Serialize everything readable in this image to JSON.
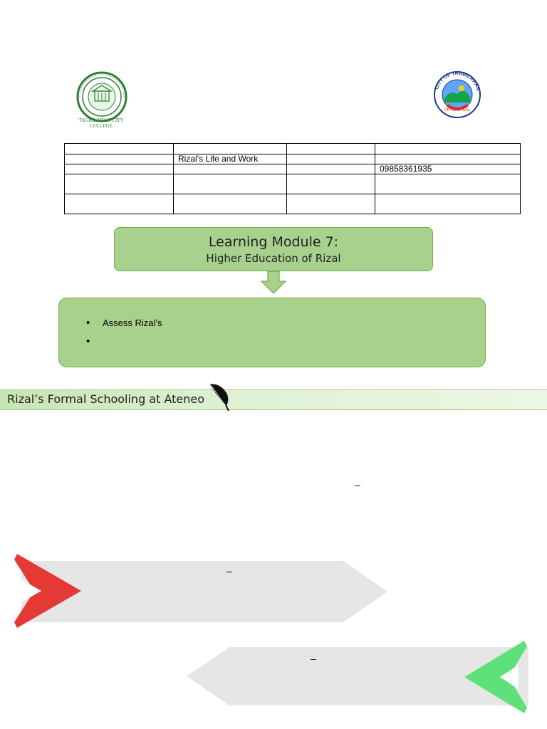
{
  "header": {
    "left_logo": {
      "name": "tagbilaran-city-college-seal",
      "caption_line1": "TAGBILARAN CITY",
      "caption_line2": "COLLEGE"
    },
    "right_logo": {
      "name": "city-of-tagbilaran-official-seal",
      "arc_text": "CITY OF TAGBILARAN",
      "banner_text": "OFFICIAL SEAL"
    }
  },
  "info_table": {
    "rows": [
      [
        "",
        "",
        "",
        ""
      ],
      [
        "",
        "Rizal’s Life and Work",
        "",
        ""
      ],
      [
        "",
        "",
        "",
        "09858361935"
      ],
      [
        "",
        "",
        "",
        ""
      ],
      [
        "",
        "",
        "",
        ""
      ]
    ]
  },
  "module": {
    "title": "Learning Module 7:",
    "subtitle": "Higher Education of Rizal"
  },
  "objectives": {
    "items": [
      "Assess Rizal’s",
      ""
    ]
  },
  "section": {
    "title": "Rizal’s Formal Schooling at Ateneo"
  },
  "dashes": [
    "–",
    "–",
    "–"
  ],
  "colors": {
    "green_fill": "#a9d18e",
    "green_border": "#70ad47",
    "banner_gray": "#e6e6e6",
    "play_red": "#e53935",
    "play_green": "#5ee07a"
  }
}
